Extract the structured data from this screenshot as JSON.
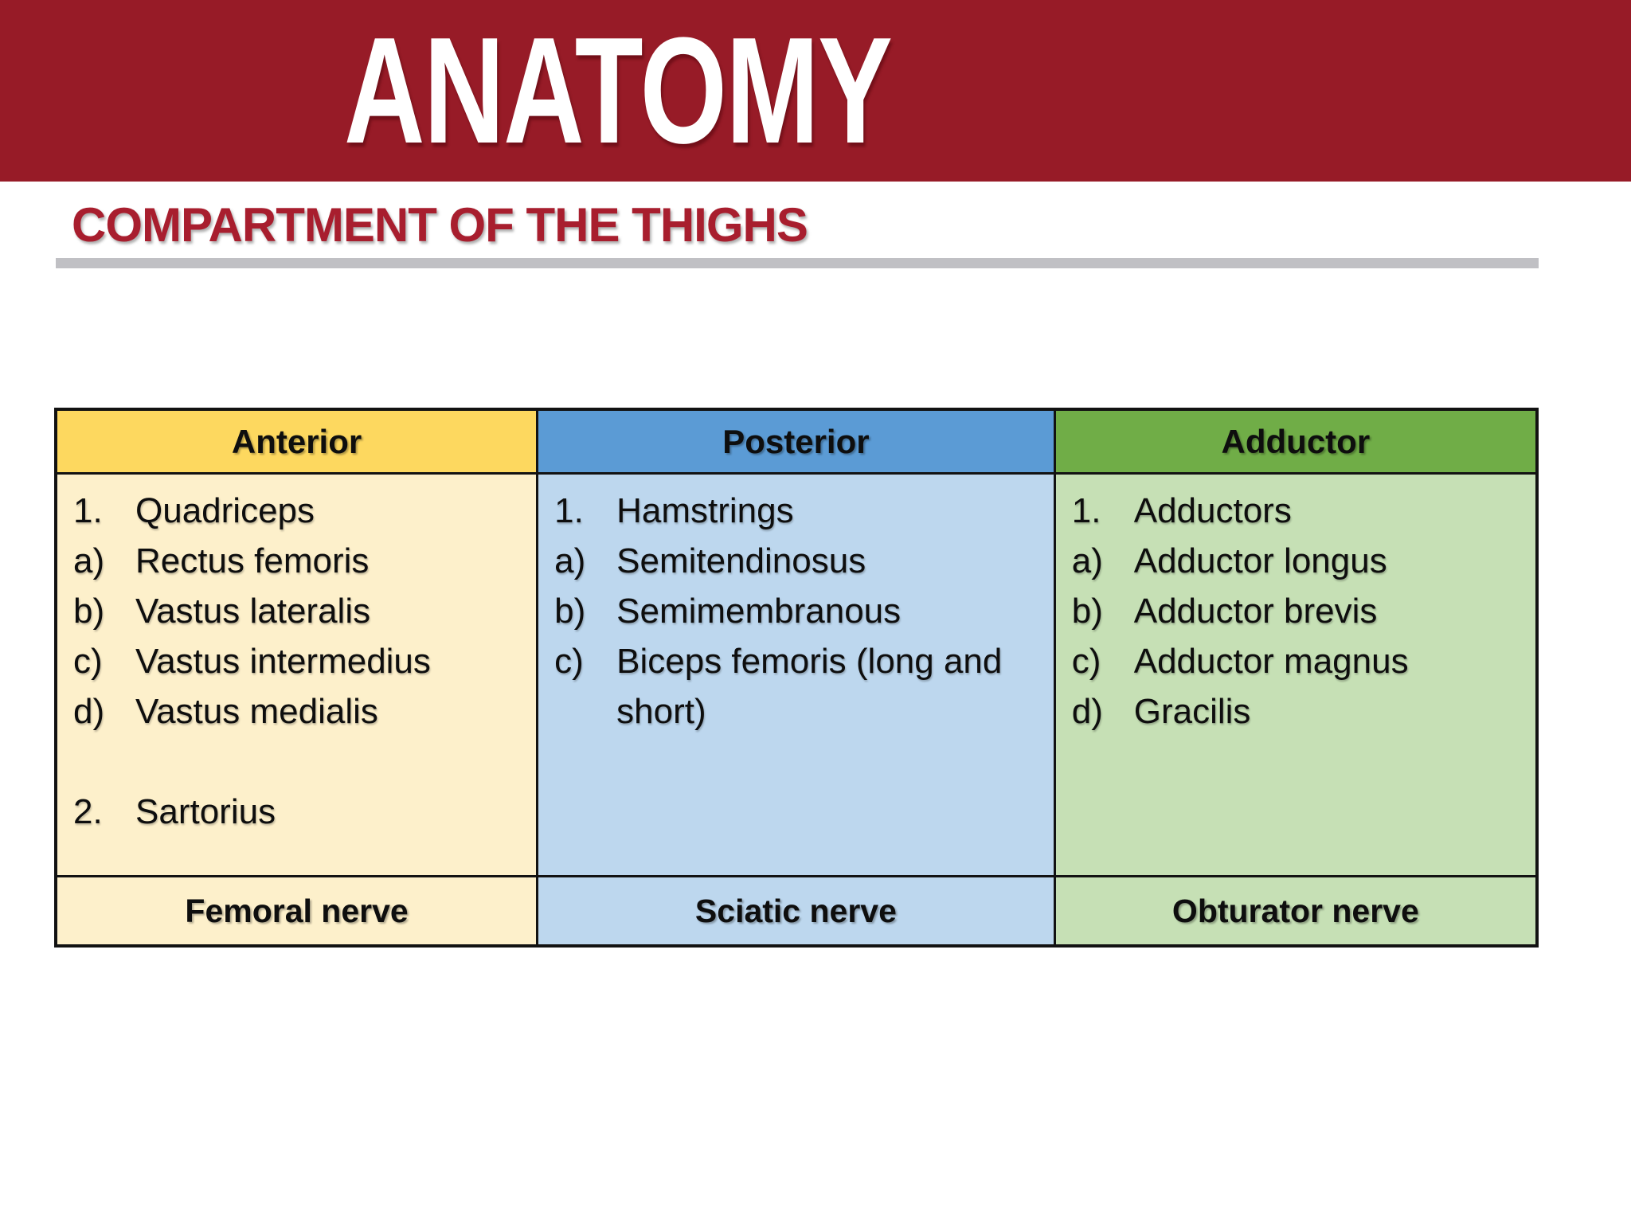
{
  "banner": {
    "title": "ANATOMY",
    "bg": "#971b27",
    "text_color": "#ffffff"
  },
  "heading": {
    "text": "COMPARTMENT OF THE THIGHS",
    "color": "#a81e2e",
    "rule_color": "#c0c0c4"
  },
  "table": {
    "border_color": "#121212",
    "text_color": "#0e0e0e",
    "columns": [
      {
        "header": "Anterior",
        "header_bg": "#fdd85f",
        "body_bg": "#fdf0cb",
        "footer": "Femoral nerve",
        "items": [
          {
            "marker": "1.",
            "text": "Quadriceps"
          },
          {
            "marker": "a)",
            "text": "Rectus femoris"
          },
          {
            "marker": "b)",
            "text": "Vastus lateralis"
          },
          {
            "marker": "c)",
            "text": "Vastus intermedius"
          },
          {
            "marker": "d)",
            "text": "Vastus medialis"
          },
          {
            "marker": "",
            "text": ""
          },
          {
            "marker": "2.",
            "text": "Sartorius"
          }
        ]
      },
      {
        "header": "Posterior",
        "header_bg": "#5b9bd5",
        "body_bg": "#bdd7ee",
        "footer": "Sciatic nerve",
        "items": [
          {
            "marker": "1.",
            "text": "Hamstrings"
          },
          {
            "marker": "a)",
            "text": "Semitendinosus"
          },
          {
            "marker": "b)",
            "text": "Semimembranous"
          },
          {
            "marker": "c)",
            "text": "Biceps femoris (long and short)"
          }
        ]
      },
      {
        "header": "Adductor",
        "header_bg": "#70ad47",
        "body_bg": "#c6e0b5",
        "footer": "Obturator nerve",
        "items": [
          {
            "marker": "1.",
            "text": "Adductors"
          },
          {
            "marker": "a)",
            "text": "Adductor longus"
          },
          {
            "marker": "b)",
            "text": "Adductor brevis"
          },
          {
            "marker": "c)",
            "text": "Adductor magnus"
          },
          {
            "marker": "d)",
            "text": "Gracilis"
          }
        ]
      }
    ]
  }
}
